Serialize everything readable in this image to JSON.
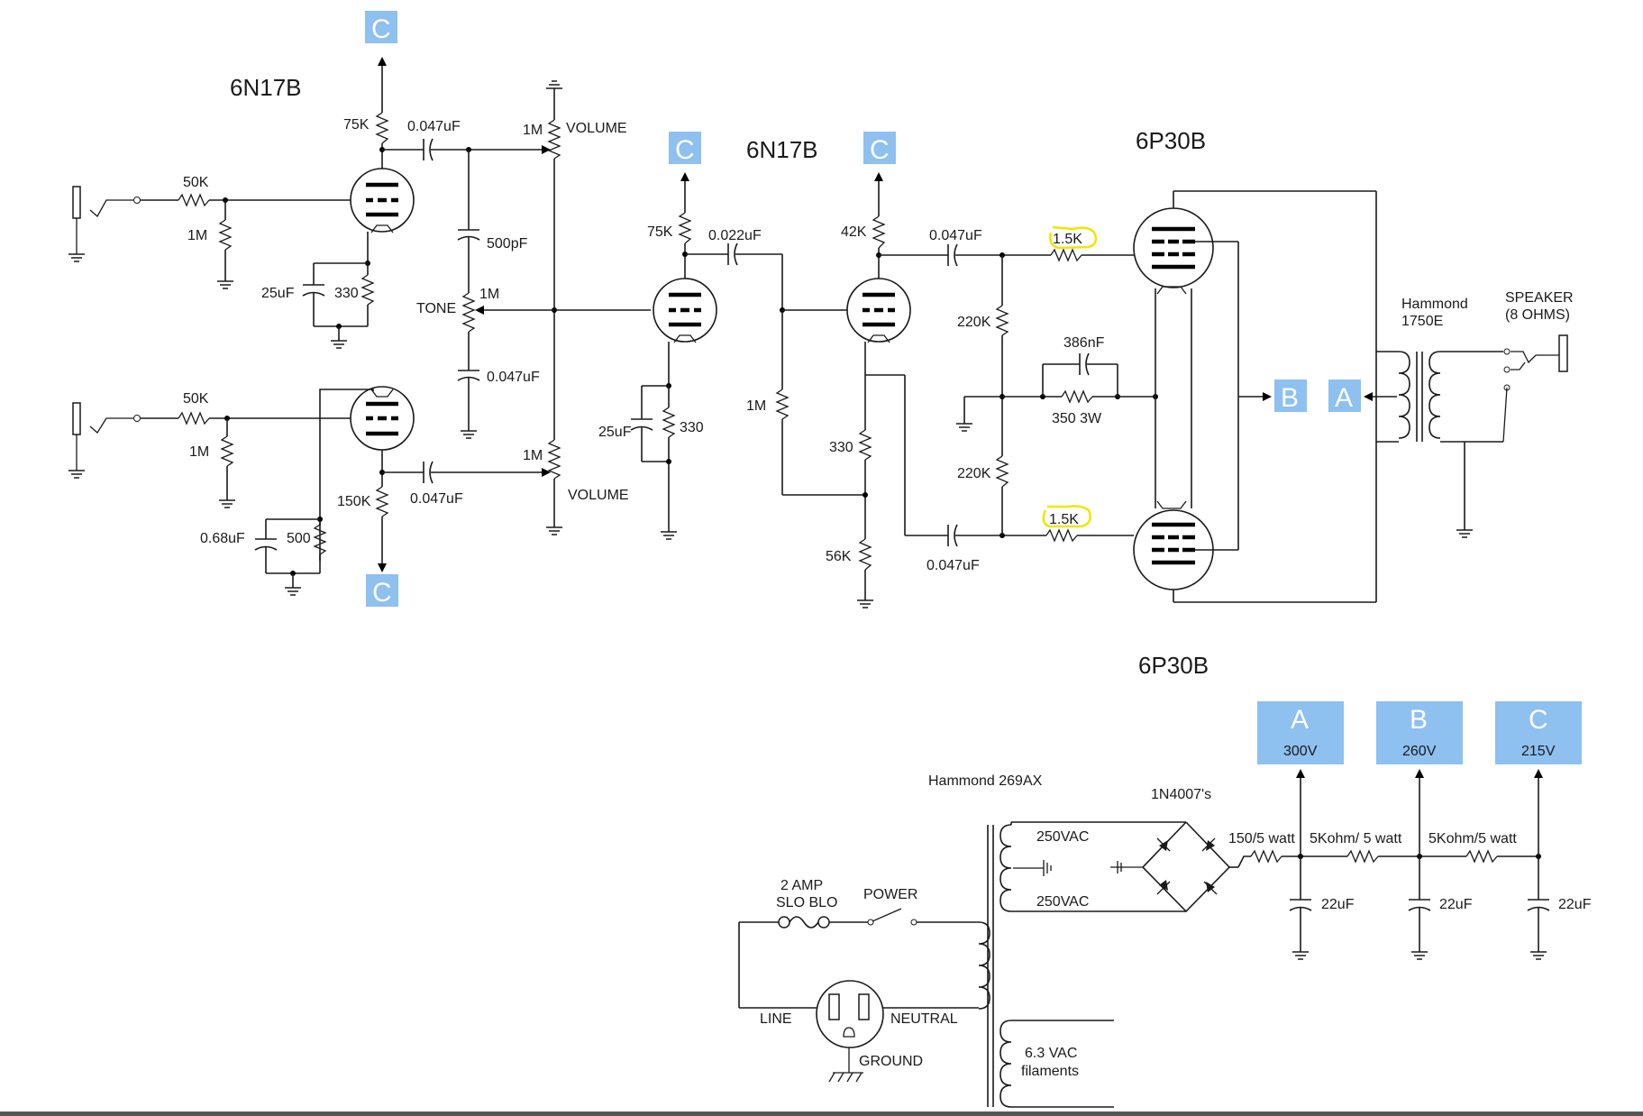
{
  "tubes": {
    "preamp1": "6N17B",
    "preamp2": "6N17B",
    "power": "6P30B",
    "power_supply": "6P30B"
  },
  "nodes": {
    "A": "A",
    "B": "B",
    "C": "C"
  },
  "node_colors": {
    "node_fill": "#8ec0f0",
    "highlight": "#f2e600",
    "wire": "#1a1a1a"
  },
  "supply_voltages": {
    "A": "300V",
    "B": "260V",
    "C": "215V"
  },
  "resistors": {
    "r75k_top": "75K",
    "r50k_a": "50K",
    "r1m_a": "1M",
    "r330_a": "330",
    "r50k_b": "50K",
    "r1m_b": "1M",
    "r150k": "150K",
    "r500": "500",
    "r1m_vol_top": "1M",
    "r1m_tone": "1M",
    "r1m_vol_bot": "1M",
    "r75k_mid": "75K",
    "r330_mid": "330",
    "r1m_grid": "1M",
    "r42k": "42K",
    "r330_pi": "330",
    "r56k": "56K",
    "r220k_top": "220K",
    "r220k_bot": "220K",
    "r1_5k_top": "1.5K",
    "r1_5k_bot": "1.5K",
    "r350": "350  3W",
    "r150_5w": "150/5 watt",
    "r5k_1": "5Kohm/ 5 watt",
    "r5k_2": "5Kohm/5 watt"
  },
  "capacitors": {
    "c047_top": "0.047uF",
    "c500pf": "500pF",
    "c25uf_a": "25uF",
    "c047_tone": "0.047uF",
    "c047_bot": "0.047uF",
    "c068": "0.68uF",
    "c022": "0.022uF",
    "c25uf_b": "25uF",
    "c047_pi_top": "0.047uF",
    "c047_pi_bot": "0.047uF",
    "c386nf": "386nF",
    "c22uf_a": "22uF",
    "c22uf_b": "22uF",
    "c22uf_c": "22uF"
  },
  "controls": {
    "volume_top": "VOLUME",
    "volume_bottom": "VOLUME",
    "tone": "TONE"
  },
  "output": {
    "transformer": "Hammond",
    "transformer_model": "1750E",
    "speaker": "SPEAKER",
    "speaker_impedance": "(8 OHMS)"
  },
  "power_supply": {
    "transformer": "Hammond 269AX",
    "rectifier": "1N4007's",
    "secondary_top": "250VAC",
    "secondary_bot": "250VAC",
    "filament": "6.3 VAC",
    "filament_sub": "filaments",
    "fuse_line1": "2  AMP",
    "fuse_line2": "SLO BLO",
    "switch": "POWER",
    "line": "LINE",
    "neutral": "NEUTRAL",
    "ground": "GROUND"
  }
}
